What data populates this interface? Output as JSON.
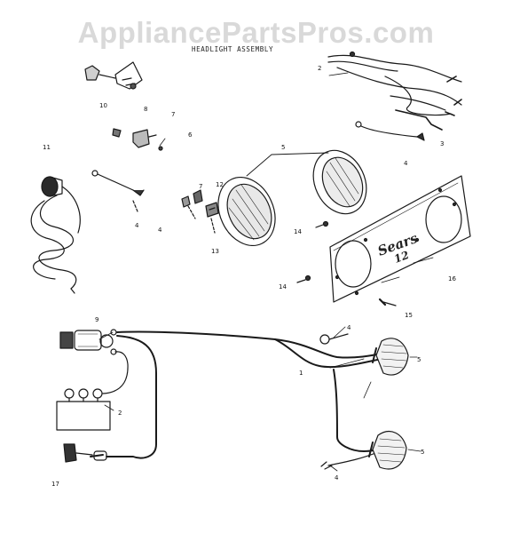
{
  "watermark": "AppliancePartsPros.com",
  "title": "HEADLIGHT ASSEMBLY",
  "brand": {
    "name": "Sears",
    "model": "12"
  },
  "callouts": {
    "c2a": "2",
    "c3": "3",
    "c4a": "4",
    "c5a": "5",
    "c6": "6",
    "c7a": "7",
    "c8": "8",
    "c10": "10",
    "c11": "11",
    "c4b": "4",
    "c4c": "4",
    "c7b": "7",
    "c12": "12",
    "c13": "13",
    "c14a": "14",
    "c14b": "14",
    "c15": "15",
    "c16": "16",
    "c9": "9",
    "c1": "1",
    "c2b": "2",
    "c4d": "4",
    "c5b": "5",
    "c5c": "5",
    "c4e": "4",
    "c17": "17"
  }
}
